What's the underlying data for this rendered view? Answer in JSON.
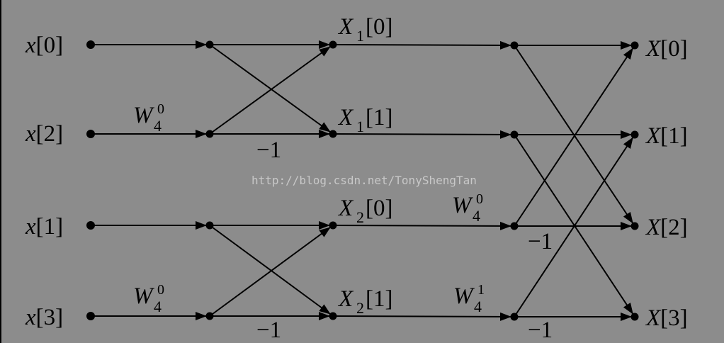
{
  "inputs": [
    {
      "letter": "x",
      "index": "[0]"
    },
    {
      "letter": "x",
      "index": "[2]"
    },
    {
      "letter": "x",
      "index": "[1]"
    },
    {
      "letter": "x",
      "index": "[3]"
    }
  ],
  "mids": [
    {
      "letter": "X",
      "sub": "1",
      "index": "[0]"
    },
    {
      "letter": "X",
      "sub": "1",
      "index": "[1]"
    },
    {
      "letter": "X",
      "sub": "2",
      "index": "[0]"
    },
    {
      "letter": "X",
      "sub": "2",
      "index": "[1]"
    }
  ],
  "outputs": [
    {
      "letter": "X",
      "index": "[0]"
    },
    {
      "letter": "X",
      "index": "[1]"
    },
    {
      "letter": "X",
      "index": "[2]"
    },
    {
      "letter": "X",
      "index": "[3]"
    }
  ],
  "twiddles": [
    {
      "base": "W",
      "sub": "4",
      "sup": "0"
    },
    {
      "base": "W",
      "sub": "4",
      "sup": "0"
    },
    {
      "base": "W",
      "sub": "4",
      "sup": "0"
    },
    {
      "base": "W",
      "sub": "4",
      "sup": "1"
    }
  ],
  "minus": [
    "−1",
    "−1",
    "−1",
    "−1"
  ],
  "watermark": "http://blog.csdn.net/TonyShengTan",
  "colors": {
    "background": "#8c8c8c",
    "border": "#000000",
    "ink": "#000000",
    "watermark": "#c8c8c8"
  }
}
